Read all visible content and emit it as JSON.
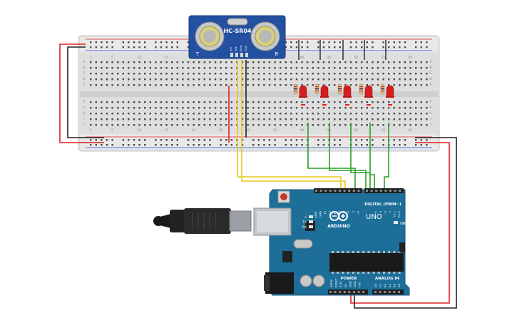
{
  "sensor": {
    "model_label": "HC-SR04",
    "left_label": "T",
    "right_label": "R",
    "pin_labels": [
      "Vcc",
      "Trig",
      "Echo",
      "Gnd"
    ]
  },
  "breadboard": {
    "column_numbers": [
      "1",
      "5",
      "10",
      "15",
      "20",
      "25",
      "30",
      "35",
      "40",
      "45",
      "50",
      "55",
      "60"
    ],
    "row_letters_top": [
      "A",
      "B",
      "C",
      "D",
      "E"
    ],
    "row_letters_bottom": [
      "F",
      "G",
      "H",
      "I",
      "J"
    ]
  },
  "arduino": {
    "brand_label": "ARDUINO",
    "model_label": "UNO",
    "digital_label": "DIGITAL (PWM~)",
    "power_label": "POWER",
    "analog_label": "ANALOG IN",
    "led_labels": [
      "L",
      "TX",
      "RX"
    ],
    "on_label": "ON",
    "digital_pins": [
      "AREF",
      "GND",
      "13",
      "12",
      "~11",
      "~10",
      "~9",
      "8",
      "7",
      "~6",
      "~5",
      "4",
      "~3",
      "2",
      "TX 1",
      "RX 0"
    ],
    "power_pins": [
      "IOREF",
      "RESET",
      "3.3V",
      "5V",
      "GND",
      "GND",
      "VIN"
    ],
    "analog_pins": [
      "A0",
      "A1",
      "A2",
      "A3",
      "A4",
      "A5"
    ]
  },
  "leds": {
    "count": 5
  },
  "colors": {
    "wire_red": "#e02020",
    "wire_black": "#222222",
    "wire_yellow": "#e8c81c",
    "wire_green": "#2aa02a",
    "board_teal": "#1d6f9a",
    "breadboard": "#dcdcdc",
    "sensor_blue": "#2450a0",
    "led_red": "#d41e1e"
  }
}
